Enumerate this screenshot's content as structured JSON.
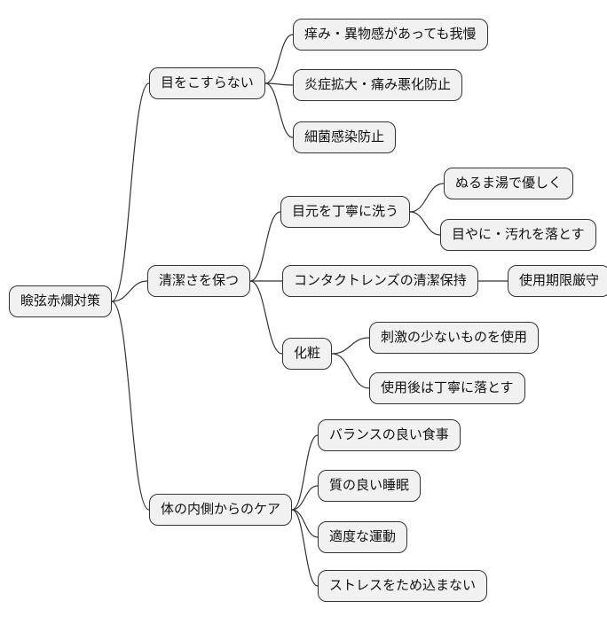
{
  "style": {
    "background": "#ffffff",
    "node_fill": "#f1f1f1",
    "node_border": "#333333",
    "edge_color": "#333333",
    "text_color": "#111111"
  },
  "mindmap": {
    "label": "瞼弦赤爛対策",
    "children": [
      {
        "label": "目をこすらない",
        "children": [
          {
            "label": "痒み・異物感があっても我慢"
          },
          {
            "label": "炎症拡大・痛み悪化防止"
          },
          {
            "label": "細菌感染防止"
          }
        ]
      },
      {
        "label": "清潔さを保つ",
        "children": [
          {
            "label": "目元を丁寧に洗う",
            "children": [
              {
                "label": "ぬるま湯で優しく"
              },
              {
                "label": "目やに・汚れを落とす"
              }
            ]
          },
          {
            "label": "コンタクトレンズの清潔保持",
            "children": [
              {
                "label": "使用期限厳守"
              }
            ]
          },
          {
            "label": "化粧",
            "children": [
              {
                "label": "刺激の少ないものを使用"
              },
              {
                "label": "使用後は丁寧に落とす"
              }
            ]
          }
        ]
      },
      {
        "label": "体の内側からのケア",
        "children": [
          {
            "label": "バランスの良い食事"
          },
          {
            "label": "質の良い睡眠"
          },
          {
            "label": "適度な運動"
          },
          {
            "label": "ストレスをため込まない"
          }
        ]
      }
    ]
  }
}
